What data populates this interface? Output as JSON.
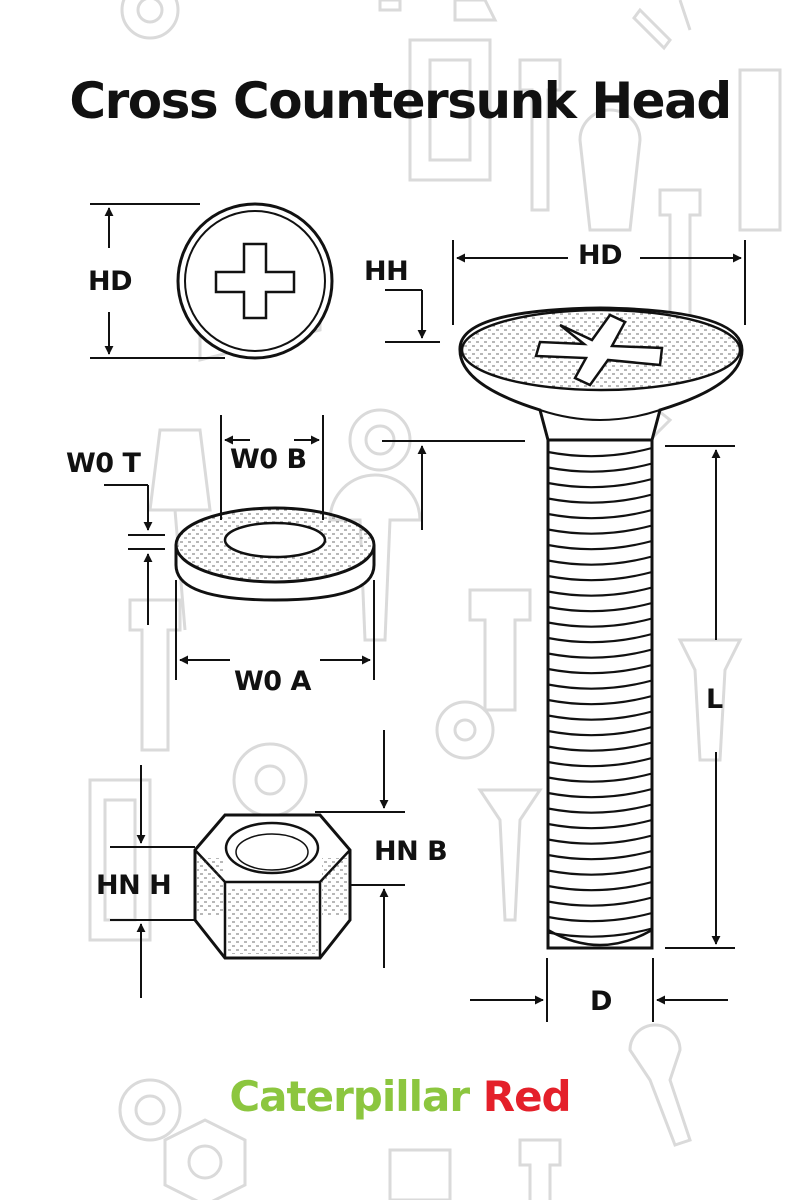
{
  "title": "Cross Countersunk Head",
  "brand": {
    "word1": "Caterpillar",
    "word2": "Red",
    "color1": "#8cc63f",
    "color2": "#e4202a"
  },
  "labels": {
    "head_top_hd": "HD",
    "screw_hd": "HD",
    "screw_hh": "HH",
    "washer_thickness": "W0 T",
    "washer_inner": "W0 B",
    "washer_outer": "W0 A",
    "screw_length": "L",
    "screw_diameter": "D",
    "nut_height": "HN H",
    "nut_width": "HN B"
  },
  "colors": {
    "line": "#111111",
    "background_icons": "#d9d9d9"
  }
}
